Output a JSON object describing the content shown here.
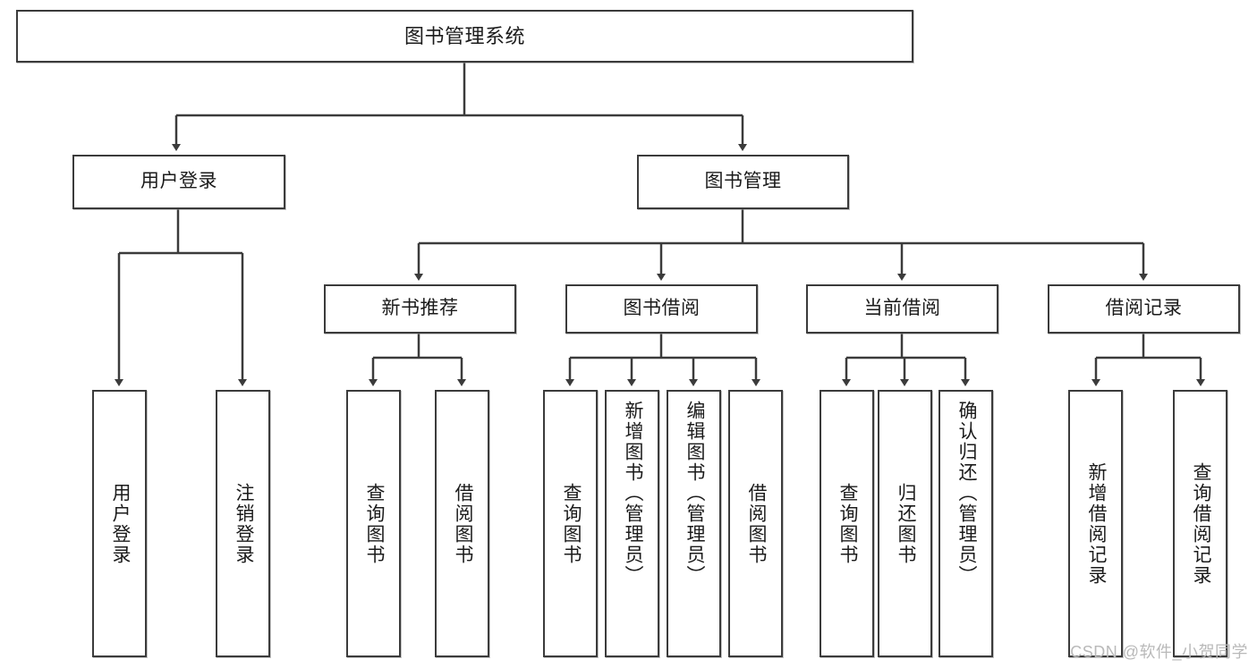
{
  "diagram": {
    "title": "图书管理系统",
    "type": "tree",
    "watermark": "CSDN @软件_小贺同学",
    "nodes": {
      "root": {
        "label": "图书管理系统"
      },
      "level2": [
        {
          "id": "user-login",
          "label": "用户登录"
        },
        {
          "id": "book-manage",
          "label": "图书管理"
        }
      ],
      "level3": [
        {
          "id": "new-book-recommend",
          "label": "新书推荐"
        },
        {
          "id": "book-borrow",
          "label": "图书借阅"
        },
        {
          "id": "current-borrow",
          "label": "当前借阅"
        },
        {
          "id": "borrow-record",
          "label": "借阅记录"
        }
      ],
      "leaves": [
        {
          "id": "leaf-user-login",
          "label": "用户登录",
          "parent": "user-login"
        },
        {
          "id": "leaf-logout-login",
          "label": "注销登录",
          "parent": "user-login"
        },
        {
          "id": "leaf-query-book-1",
          "label": "查询图书",
          "parent": "new-book-recommend"
        },
        {
          "id": "leaf-borrow-book-1",
          "label": "借阅图书",
          "parent": "new-book-recommend"
        },
        {
          "id": "leaf-query-book-2",
          "label": "查询图书",
          "parent": "book-borrow"
        },
        {
          "id": "leaf-add-book",
          "label": "新增图书（管理员）",
          "parent": "book-borrow"
        },
        {
          "id": "leaf-edit-book",
          "label": "编辑图书（管理员）",
          "parent": "book-borrow"
        },
        {
          "id": "leaf-borrow-book-2",
          "label": "借阅图书",
          "parent": "book-borrow"
        },
        {
          "id": "leaf-query-book-3",
          "label": "查询图书",
          "parent": "current-borrow"
        },
        {
          "id": "leaf-return-book",
          "label": "归还图书",
          "parent": "current-borrow"
        },
        {
          "id": "leaf-confirm-return",
          "label": "确认归还（管理员）",
          "parent": "current-borrow"
        },
        {
          "id": "leaf-add-record",
          "label": "新增借阅记录",
          "parent": "borrow-record"
        },
        {
          "id": "leaf-query-record",
          "label": "查询借阅记录",
          "parent": "borrow-record"
        }
      ]
    },
    "colors": {
      "stroke": "#3b3b3b",
      "fill": "#ffffff",
      "text": "#1b1b1b",
      "watermark": "#b9b9b9"
    }
  }
}
